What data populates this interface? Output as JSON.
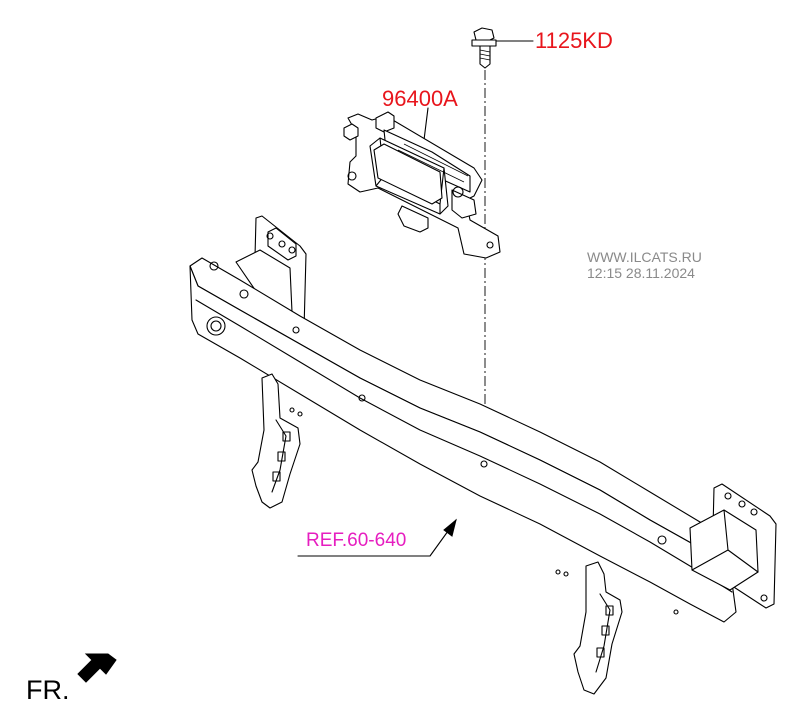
{
  "callouts": {
    "bolt": "1125KD",
    "unit": "96400A",
    "reference": "REF.60-640"
  },
  "watermark": {
    "line1": "WWW.ILCATS.RU",
    "line2": "12:15 28.11.2024"
  },
  "direction_label": "FR.",
  "colors": {
    "part_number": "#e8151c",
    "reference": "#e61ec0",
    "watermark": "#8a8a8a",
    "line": "#000000"
  }
}
